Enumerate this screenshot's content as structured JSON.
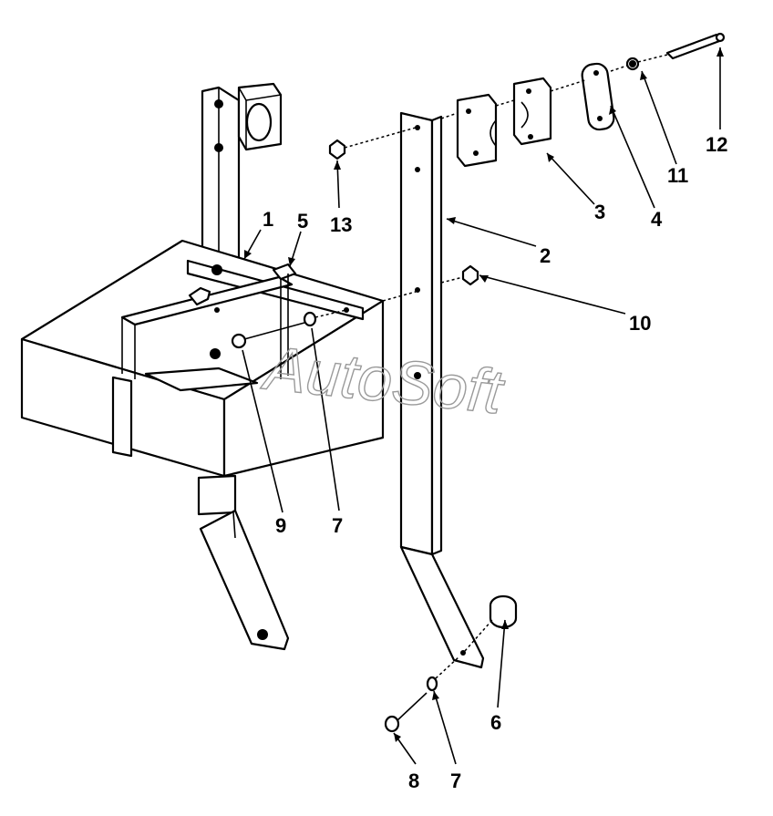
{
  "watermark": "AutoSoft",
  "callouts": [
    {
      "id": "c1",
      "text": "1"
    },
    {
      "id": "c2",
      "text": "2"
    },
    {
      "id": "c3",
      "text": "3"
    },
    {
      "id": "c4",
      "text": "4"
    },
    {
      "id": "c5",
      "text": "5"
    },
    {
      "id": "c6",
      "text": "6"
    },
    {
      "id": "c7a",
      "text": "7"
    },
    {
      "id": "c7b",
      "text": "7"
    },
    {
      "id": "c8",
      "text": "8"
    },
    {
      "id": "c9",
      "text": "9"
    },
    {
      "id": "c10",
      "text": "10"
    },
    {
      "id": "c11",
      "text": "11"
    },
    {
      "id": "c12",
      "text": "12"
    },
    {
      "id": "c13",
      "text": "13"
    }
  ]
}
